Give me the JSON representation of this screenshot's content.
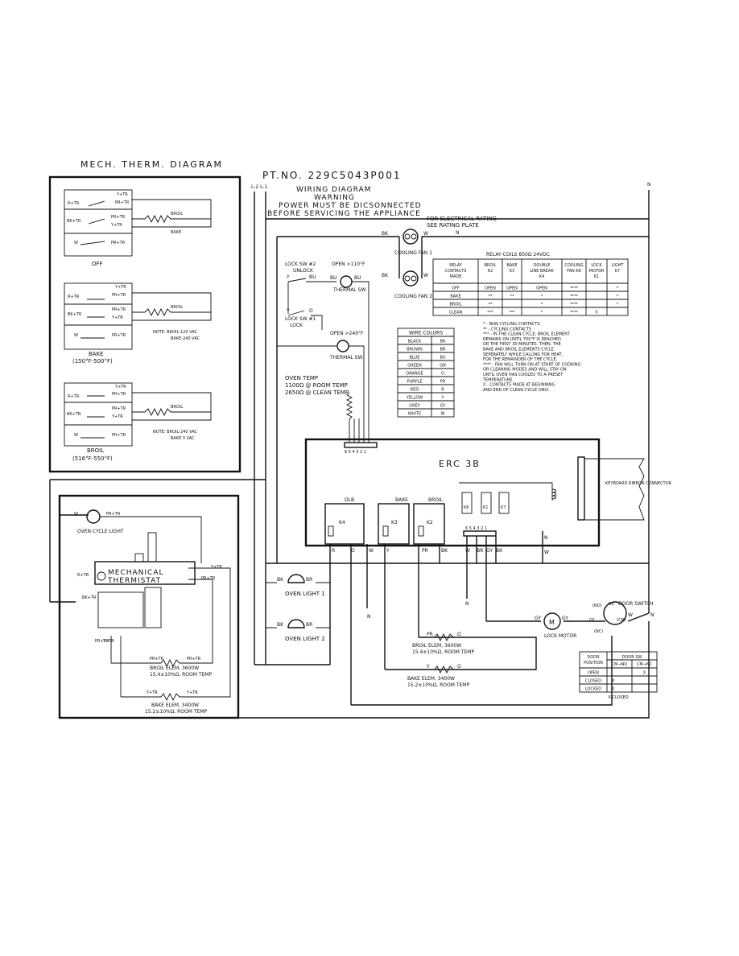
{
  "mech": {
    "title": "MECH. THERM. DIAGRAM",
    "off": "OFF",
    "bake": "BAKE",
    "bake_range": "(150°F-500°F)",
    "broil": "BROIL",
    "broil_range": "(516°F-550°F)",
    "note_bake_1": "NOTE: BROIL-120 VAC",
    "note_bake_2": "BAKE-240 VAC",
    "note_broil_1": "NOTE: BROIL-240 VAC",
    "note_broil_2": "BAKE 0 VAC",
    "lbl_r_tr": "R+TR",
    "lbl_bk_tr": "BK+TR",
    "lbl_y_tr": "Y+TR",
    "lbl_pr_tr": "PR+TR",
    "lbl_w": "W",
    "lbl_broil_elem": "BROIL",
    "lbl_bake_elem": "BAKE"
  },
  "header": {
    "pt_no": "PT.NO. 229C5043P001",
    "title": "WIRING DIAGRAM",
    "warning": "WARNING",
    "power": "POWER MUST BE DICSONNECTED",
    "before": "BEFORE SERVICING THE APPLIANCE",
    "rating1": "FOR ELECTRICAL RATING",
    "rating2": "SEE RATING PLATE",
    "l1": "L-2 L-1",
    "n": "N"
  },
  "components": {
    "cooling_fan_1": "COOLING FAN 1",
    "cooling_fan_2": "COOLING FAN 2",
    "lock_sw2": "LOCK SW #2",
    "unlock": "UNLOCK",
    "lock_sw1": "LOCK SW #1",
    "lock": "LOCK",
    "open110": "OPEN >110°F",
    "open240": "OPEN >240°F",
    "thermal_sw": "THERMAL SW",
    "oven_temp": "OVEN TEMP",
    "oven_temp_1": "1100Ω @ ROOM TEMP",
    "oven_temp_2": "2650Ω @ CLEAN TEMP",
    "connector_pins": "6 5 4 3 2 1",
    "erc": "ERC 3B",
    "keyboard": "KEYBOARD RIBBON CONNECTOR",
    "dlb": "DLB",
    "bake_relay": "BAKE",
    "broil_relay": "BROIL",
    "k4": "K4",
    "k3": "K3",
    "k2": "K2",
    "k6": "K6",
    "k1": "K1",
    "k7": "K7",
    "p_pins": "6 5 4 3 2 1",
    "oven_light_1": "OVEN LIGHT 1",
    "oven_light_2": "OVEN LIGHT 2",
    "lock_motor": "LOCK MOTOR",
    "door_switch": "DOOR SWITCH",
    "no": "(NO)",
    "nc": "(NC)",
    "cm": "(CM)",
    "broil_elem": "BROIL ELEM, 3600W",
    "broil_elem_r": "15.4±10%Ω, ROOM TEMP",
    "bake_elem": "BAKE ELEM, 3400W",
    "bake_elem_r": "15.2±10%Ω, ROOM TEMP",
    "mech_therm_1": "MECHANICAL",
    "mech_therm_2": "THERMISTAT",
    "oven_cycle_light": "OVEN CYCLE LIGHT",
    "broil_elem_left": "BROIL ELEM, 3600W",
    "broil_elem_left_r": "15.4±10%Ω, ROOM TEMP",
    "bake_elem_left": "BAKE ELEM, 3400W",
    "bake_elem_left_r": "15.2±10%Ω, ROOM TEMP"
  },
  "relay_table": {
    "title": "RELAY COILS 850Ω 24VDC",
    "headers": [
      "RELAY CONTACTS MADE",
      "BROIL K2",
      "BAKE K3",
      "DOUBLE LINE BREAK K4",
      "COOLING FAN K6",
      "LOCK MOTOR K1",
      "LIGHT K7"
    ],
    "rows": [
      [
        "OFF",
        "OPEN",
        "OPEN",
        "OPEN",
        "****",
        "",
        "*"
      ],
      [
        "BAKE",
        "**",
        "**",
        "*",
        "****",
        "",
        "*"
      ],
      [
        "BROIL",
        "**",
        "",
        "*",
        "****",
        "",
        "*"
      ],
      [
        "CLEAN",
        "***",
        "***",
        "*",
        "****",
        "X",
        ""
      ]
    ],
    "notes": [
      "*    - NON CYCLING CONTACTS",
      "**   - CYCLING CONTACTS",
      "***  - IN THE CLEAN CYCLE, BROIL ELEMENT",
      "       REMAINS ON UNTIL 750°F IS REACHED",
      "       OR THE FIRST 30 MINUTES. THEN, THE",
      "       BAKE AND BROIL ELEMENTS CYCLE",
      "       SEPERATELY WHILE CALLING FOR HEAT,",
      "       FOR THE REMAINDER OF THE CYCLE.",
      "**** - FAN WILL TURN ON AT START OF COOKING",
      "       OR CLEANING MODES AND WILL STAY ON",
      "       UNTIL OVEN HAS COOLED TO A PRESET",
      "       TEMPERATURE.",
      "X    - CONTACTS MADE AT BEGINNING",
      "       AND END OF CLEAN CYCLE ONLY."
    ]
  },
  "wire_colors": {
    "title": "WIRE COLORS",
    "rows": [
      [
        "BLACK",
        "BK"
      ],
      [
        "BROWN",
        "BR"
      ],
      [
        "BLUE",
        "BU"
      ],
      [
        "GREEN",
        "GN"
      ],
      [
        "ORANGE",
        "O"
      ],
      [
        "PURPLE",
        "PR"
      ],
      [
        "RED",
        "R"
      ],
      [
        "YELLOW",
        "Y"
      ],
      [
        "GREY",
        "GY"
      ],
      [
        "WHITE",
        "W"
      ]
    ]
  },
  "door_table": {
    "header_position": "DOOR POSITION",
    "header_sw": "DOOR SW",
    "col1": "CM→NO",
    "col2": "CM→NC",
    "rows": [
      [
        "OPEN",
        "",
        "X"
      ],
      [
        "CLOSED",
        "X",
        ""
      ],
      [
        "LOCKED",
        "X",
        ""
      ]
    ],
    "legend": "X-CLOSED"
  },
  "wire_labels": {
    "bk": "BK",
    "w": "W",
    "y": "Y",
    "bu": "BU",
    "o": "O",
    "r": "R",
    "pr": "PR",
    "br": "BR",
    "gy": "GY",
    "n": "N",
    "pr_tr": "PR+TR",
    "y_tr": "Y+TR",
    "r_tr": "R+TR",
    "bk_tr": "BK+TR"
  }
}
